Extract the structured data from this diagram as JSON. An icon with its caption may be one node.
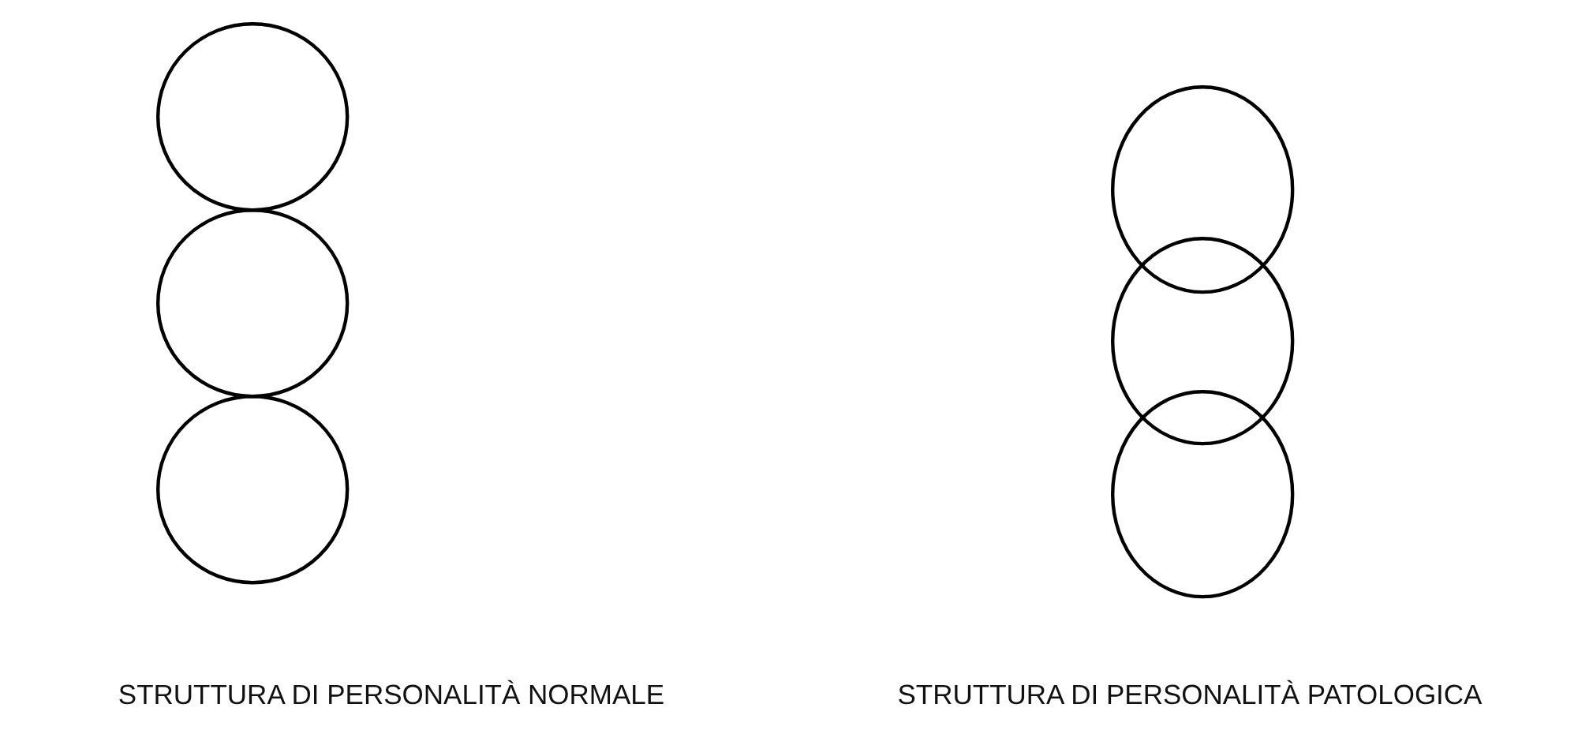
{
  "diagram": {
    "nodes": [
      {
        "text": [],
        "shape": "circle"
      },
      {
        "text": [],
        "shape": "circle"
      },
      {
        "text": [],
        "shape": "circle"
      },
      {
        "text": [],
        "shape": "circle"
      },
      {
        "text": [],
        "shape": "circle"
      },
      {
        "text": [],
        "shape": "circle"
      }
    ],
    "labels": [
      "STRUTTURA DI PERSONALITÀ NORMALE",
      "STRUTTURA DI PERSONALITÀ PATOLOGICA"
    ]
  }
}
